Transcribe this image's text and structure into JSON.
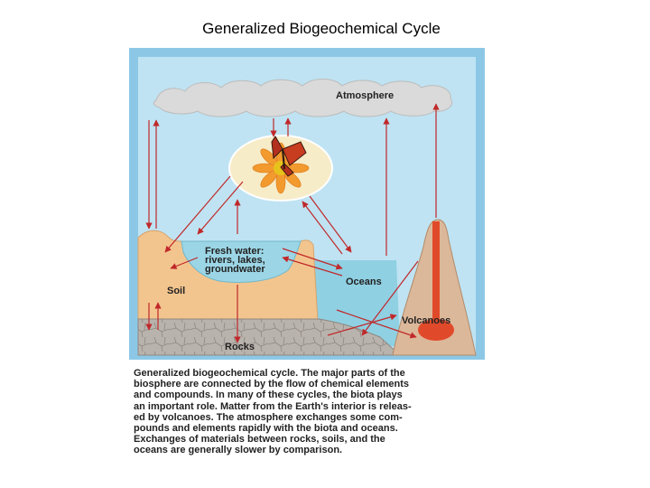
{
  "title": "Generalized Biogeochemical Cycle",
  "diagram": {
    "labels": {
      "atmosphere": "Atmosphere",
      "fresh_water": [
        "Fresh water:",
        "rivers, lakes,",
        "groundwater"
      ],
      "soil": "Soil",
      "oceans": "Oceans",
      "volcanoes": "Volcanoes",
      "rocks": "Rocks"
    },
    "colors": {
      "sky": "#bfe3f2",
      "frame": "#8cc8e6",
      "soil": "#f3c58e",
      "fresh_water": "#9cd6e6",
      "ocean": "#8fd0e2",
      "rock": "#b9b3ad",
      "volcano": "#dcb89a",
      "lava": "#e04a2a",
      "arrow": "#c0282a",
      "cloud": "#dadada"
    }
  },
  "caption": {
    "lines": [
      "Generalized biogeochemical cycle.  The major parts of the",
      "biosphere are connected by the flow of chemical elements",
      "and compounds.  In many of these cycles, the biota plays",
      "an important role.  Matter from the Earth's interior is releas-",
      "ed by volcanoes.  The atmosphere exchanges some com-",
      "pounds and elements rapidly with the biota and oceans.",
      "Exchanges of materials between rocks, soils, and the",
      "oceans are generally slower by comparison."
    ]
  }
}
